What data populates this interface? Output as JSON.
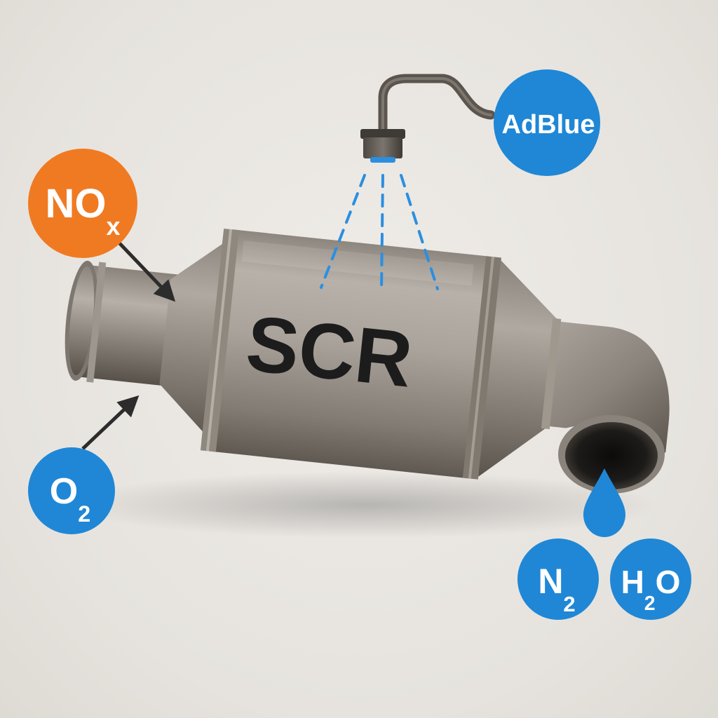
{
  "device_label": "SCR",
  "bubbles": {
    "nox": {
      "text": "NO",
      "sub": "x",
      "color": "#f07a22"
    },
    "o2": {
      "text": "O",
      "sub": "2",
      "color": "#1f87d6"
    },
    "adblue": {
      "text": "AdBlue",
      "color": "#1f87d6"
    },
    "n2": {
      "text": "N",
      "sub": "2",
      "color": "#1f87d6"
    },
    "h2o": {
      "text": "H",
      "sub": "2",
      "tail": "O",
      "color": "#1f87d6"
    }
  },
  "colors": {
    "spray": "#2b8fe0",
    "droplet": "#1f87d6",
    "metal_light": "#b3aca4",
    "metal_dark": "#6e675f",
    "arrow": "#2c2c2c"
  }
}
